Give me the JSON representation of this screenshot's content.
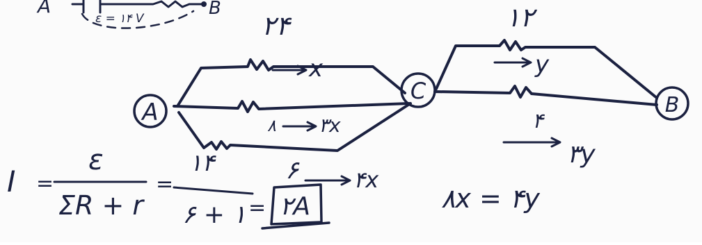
{
  "diagram": {
    "top_inset": {
      "left_label": "A",
      "right_label": "B",
      "emf_label": "ε = ١۴ V"
    },
    "nodes": {
      "a": "A",
      "c": "C",
      "b": "B"
    },
    "left_group": {
      "top_resistor_value": "٢۴",
      "top_current": "x",
      "middle_resistor_value": "٨",
      "middle_current": "٣x"
    },
    "right_group": {
      "top_resistor_value": "١٢",
      "top_current": "y",
      "bottom_resistor_value": "۴",
      "bottom_current": "٣y"
    },
    "equations": {
      "current_symbol": "I",
      "equals": "=",
      "emf_symbol": "ε",
      "denominator": "ΣR + r",
      "value_numerator": "١۴",
      "value_denominator": "۶ + ١",
      "result": "٢A",
      "parallel_note_left": "۶",
      "parallel_note_right": "۴x",
      "relation": "٨x = ۴y"
    }
  },
  "colors": {
    "ink": "#1b2140",
    "paper": "#fbfbfb"
  }
}
